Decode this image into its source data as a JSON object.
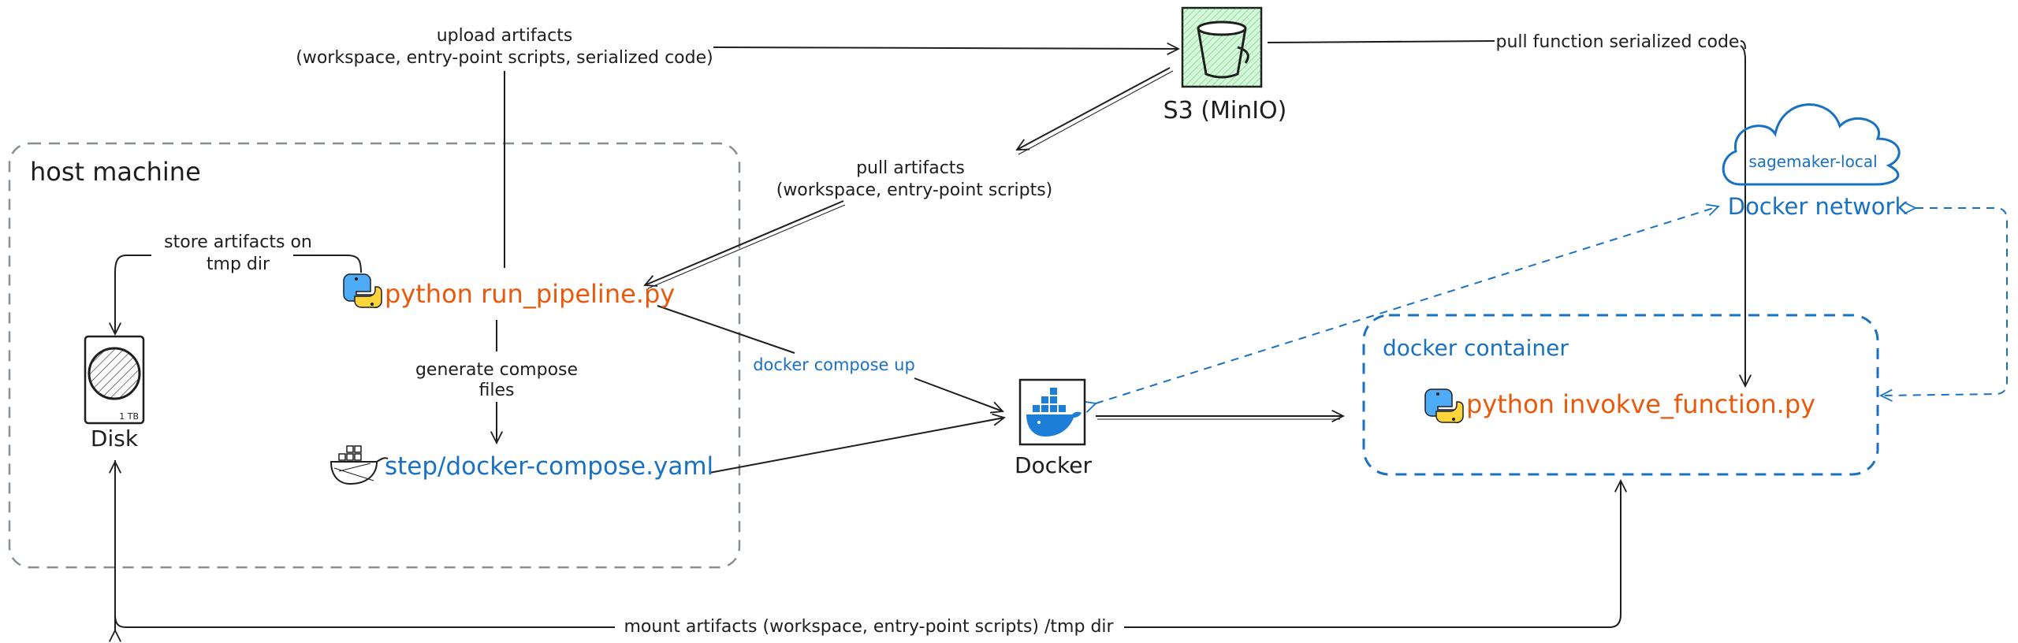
{
  "nodes": {
    "host_machine": "host machine",
    "disk": "Disk",
    "disk_capacity": "1 TB",
    "run_pipeline": "python run_pipeline.py",
    "compose_file": "step/docker-compose.yaml",
    "s3": "S3 (MinIO)",
    "docker": "Docker",
    "docker_container": "docker container",
    "invoke_function": "python invokve_function.py",
    "network_cloud": "sagemaker-local",
    "docker_network": "Docker network"
  },
  "edges": {
    "upload_line1": "upload artifacts",
    "upload_line2": "(workspace, entry-point scripts, serialized code)",
    "pull_line1": "pull artifacts",
    "pull_line2": "(workspace, entry-point scripts)",
    "store_line1": "store artifacts on",
    "store_line2": "tmp dir",
    "generate_line1": "generate compose",
    "generate_line2": "files",
    "compose_up": "docker compose up",
    "pull_function": "pull function serialized code",
    "mount": "mount artifacts (workspace, entry-point scripts) /tmp dir"
  },
  "colors": {
    "python_text": "#e8590c",
    "docker_text": "#1971c2",
    "s3_fill": "#d3f9d8",
    "host_border": "#868e96"
  },
  "icons": [
    "python-icon",
    "docker-whale-icon",
    "bucket-icon",
    "disk-icon",
    "cloud-icon"
  ]
}
